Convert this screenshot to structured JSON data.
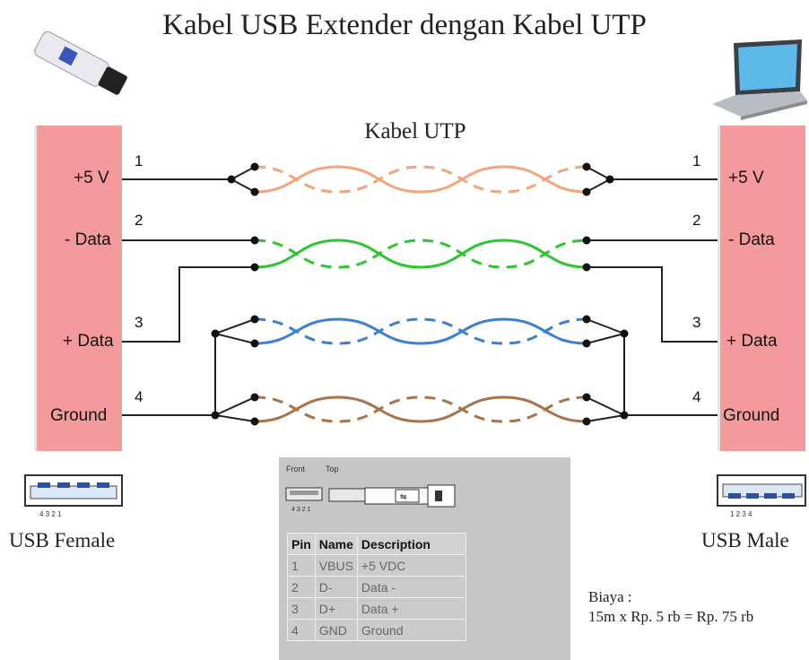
{
  "title": "Kabel USB Extender dengan Kabel UTP",
  "cable_label": "Kabel UTP",
  "pins": [
    {
      "number": "1",
      "label": "+5 V",
      "color": "#f2a47a"
    },
    {
      "number": "2",
      "label": "- Data",
      "color": "#2fc531"
    },
    {
      "number": "3",
      "label": "+ Data",
      "color": "#3a7fd6"
    },
    {
      "number": "4",
      "label": "Ground",
      "color": "#a6734a"
    }
  ],
  "connector_color": "#f4999c",
  "female_caption": "USB Female",
  "male_caption": "USB Male",
  "pinout": {
    "view_labels": [
      "Front",
      "Top"
    ],
    "headers": [
      "Pin",
      "Name",
      "Description"
    ],
    "rows": [
      [
        "1",
        "VBUS",
        "+5 VDC"
      ],
      [
        "2",
        "D-",
        "Data -"
      ],
      [
        "3",
        "D+",
        "Data +"
      ],
      [
        "4",
        "GND",
        "Ground"
      ]
    ]
  },
  "cost": {
    "label": "Biaya :",
    "formula": "15m x Rp. 5 rb = Rp. 75 rb"
  }
}
